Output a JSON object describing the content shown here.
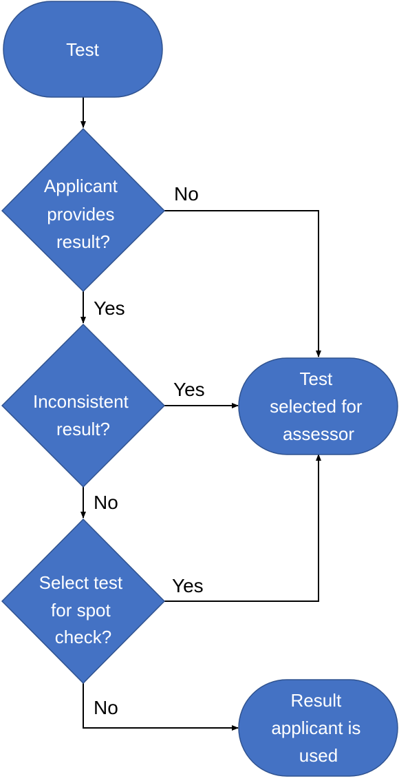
{
  "nodes": {
    "start": {
      "lines": [
        "Test"
      ]
    },
    "decision_provides": {
      "lines": [
        "Applicant",
        "provides",
        "result?"
      ]
    },
    "decision_inconsistent": {
      "lines": [
        "Inconsistent",
        "result?"
      ]
    },
    "decision_spot_check": {
      "lines": [
        "Select test",
        "for spot",
        "check?"
      ]
    },
    "assessor": {
      "lines": [
        "Test",
        "selected for",
        "assessor"
      ]
    },
    "result_used": {
      "lines": [
        "Result",
        "applicant is",
        "used"
      ]
    }
  },
  "edges": {
    "provides_no": "No",
    "provides_yes": "Yes",
    "inconsistent_yes": "Yes",
    "inconsistent_no": "No",
    "spot_check_yes": "Yes",
    "spot_check_no": "No"
  },
  "colors": {
    "node_fill": "#4472C4",
    "node_stroke": "#2F528F",
    "connector": "#000000"
  }
}
